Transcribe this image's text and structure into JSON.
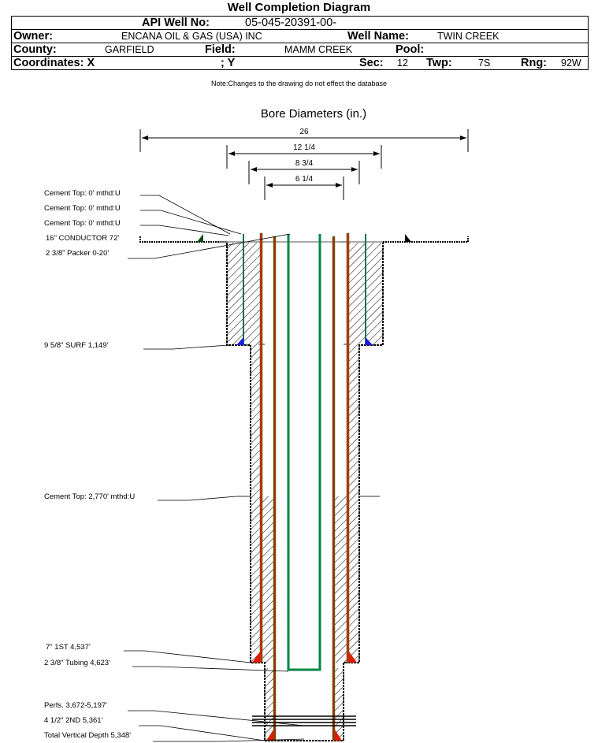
{
  "header": {
    "title": "Well Completion Diagram",
    "api_label": "API Well No:",
    "api_value": "05-045-20391-00-",
    "owner_label": "Owner:",
    "owner_value": "ENCANA OIL & GAS (USA) INC",
    "well_name_label": "Well Name:",
    "well_name_value": "TWIN CREEK",
    "county_label": "County:",
    "county_value": "GARFIELD",
    "field_label": "Field:",
    "field_value": "MAMM CREEK",
    "pool_label": "Pool:",
    "pool_value": "",
    "coord_x_label": "Coordinates: X",
    "coord_y_label": "; Y",
    "sec_label": "Sec:",
    "sec_value": "12",
    "twp_label": "Twp:",
    "twp_value": "7S",
    "rng_label": "Rng:",
    "rng_value": "92W",
    "note": "Note:Changes to the drawing do not effect the database"
  },
  "diagram": {
    "bore_title": "Bore Diameters (in.)",
    "bore_diameters": [
      "26",
      "12 1/4",
      "8 3/4",
      "6 1/4"
    ],
    "colors": {
      "casing_red": "#e01b00",
      "casing_green": "#00874a",
      "casing_brown": "#8a3a00",
      "cement_blue": "#1a1aee",
      "hatch": "#000000"
    },
    "callouts": [
      "Cement Top: 0' mthd:U",
      "Cement Top: 0' mthd:U",
      "Cement Top: 0' mthd:U",
      "16\" CONDUCTOR  72'",
      "2 3/8\" Packer 0-20'",
      "9 5/8\" SURF       1,149'",
      "Cement Top: 2,770' mthd:U",
      "7\" 1ST        4,537'",
      "2 3/8\" Tubing 4,623'",
      "Perfs. 3,672-5,197'",
      "4 1/2\" 2ND        5,361'",
      "Total Vertical Depth 5,348'"
    ]
  }
}
